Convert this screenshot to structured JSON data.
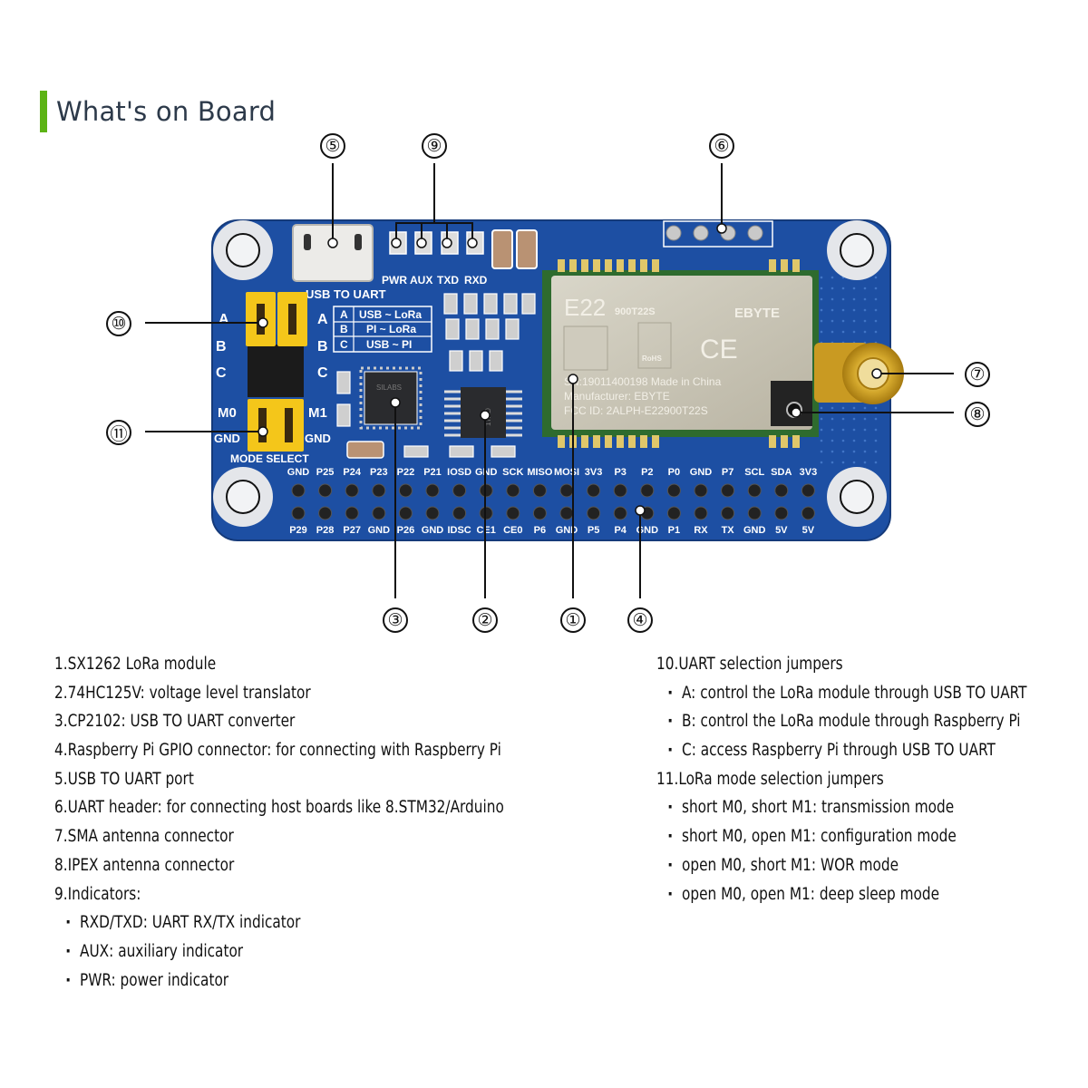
{
  "header": {
    "title": "What's on Board",
    "accent_color": "#5cb315"
  },
  "board": {
    "pcb_color": "#1d4fa3",
    "silkscreen": {
      "usb_label": "USB TO UART",
      "led_labels": [
        "PWR",
        "AUX",
        "TXD",
        "RXD"
      ],
      "jumper_table": [
        {
          "key": "A",
          "value": "USB ~ LoRa"
        },
        {
          "key": "B",
          "value": "PI ~ LoRa"
        },
        {
          "key": "C",
          "value": "USB ~ PI"
        }
      ],
      "jumper_rows": [
        "A",
        "B",
        "C"
      ],
      "mode_labels": {
        "m0": "M0",
        "m1": "M1",
        "gnd": "GND",
        "title": "MODE SELECT"
      },
      "gpio_top": [
        "GND",
        "P25",
        "P24",
        "P23",
        "P22",
        "P21",
        "IOSD",
        "GND",
        "SCK",
        "MISO",
        "MOSI",
        "3V3",
        "P3",
        "P2",
        "P0",
        "GND",
        "P7",
        "SCL",
        "SDA",
        "3V3"
      ],
      "gpio_bottom": [
        "P29",
        "P28",
        "P27",
        "GND",
        "P26",
        "GND",
        "IDSC",
        "CE1",
        "CE0",
        "P6",
        "GND",
        "P5",
        "P4",
        "GND",
        "P1",
        "RX",
        "TX",
        "GND",
        "5V",
        "5V"
      ]
    },
    "module": {
      "model": "E22",
      "variant": "900T22S",
      "brand": "EBYTE",
      "serial_line": "SN:19011400198  Made in China",
      "manufacturer_line": "Manufacturer: EBYTE",
      "fcc_line": "FCC ID: 2ALPH-E22900T22S",
      "rohs": "RoHS",
      "ce": "CE"
    },
    "chips": {
      "cp2102_text": "SILABS",
      "hc125_text": "17AD"
    }
  },
  "callouts": [
    "①",
    "②",
    "③",
    "④",
    "⑤",
    "⑥",
    "⑦",
    "⑧",
    "⑨",
    "⑩",
    "⑪"
  ],
  "legend_left": [
    {
      "text": "1.SX1262 LoRa module",
      "sub": false
    },
    {
      "text": "2.74HC125V: voltage level translator",
      "sub": false
    },
    {
      "text": "3.CP2102: USB TO UART converter",
      "sub": false
    },
    {
      "text": "4.Raspberry Pi GPIO connector: for connecting with Raspberry Pi",
      "sub": false
    },
    {
      "text": "5.USB TO UART port",
      "sub": false
    },
    {
      "text": "6.UART header: for connecting host boards like 8.STM32/Arduino",
      "sub": false
    },
    {
      "text": "7.SMA antenna connector",
      "sub": false
    },
    {
      "text": "8.IPEX antenna connector",
      "sub": false
    },
    {
      "text": "9.Indicators:",
      "sub": false
    },
    {
      "text": "RXD/TXD: UART RX/TX indicator",
      "sub": true
    },
    {
      "text": "AUX: auxiliary indicator",
      "sub": true
    },
    {
      "text": "PWR: power indicator",
      "sub": true
    }
  ],
  "legend_right": [
    {
      "text": "10.UART selection jumpers",
      "sub": false
    },
    {
      "text": "A: control the LoRa module through USB TO UART",
      "sub": true
    },
    {
      "text": "B: control the LoRa module through Raspberry Pi",
      "sub": true
    },
    {
      "text": "C: access Raspberry Pi through USB TO UART",
      "sub": true
    },
    {
      "text": "11.LoRa mode selection jumpers",
      "sub": false
    },
    {
      "text": "short M0, short M1: transmission mode",
      "sub": true
    },
    {
      "text": "short M0, open M1: configuration mode",
      "sub": true
    },
    {
      "text": "open M0, short M1: WOR mode",
      "sub": true
    },
    {
      "text": "open M0, open M1: deep sleep mode",
      "sub": true
    }
  ]
}
